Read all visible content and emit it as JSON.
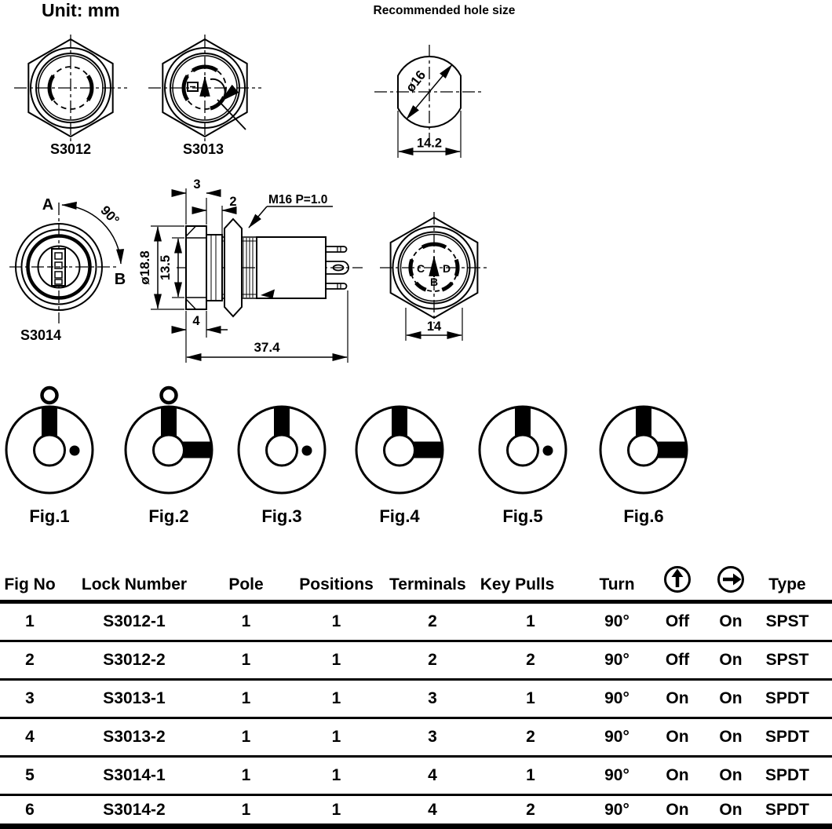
{
  "unit_label": "Unit: mm",
  "hole_view": {
    "title": "Recommended hole size",
    "diameter_label": "ø16",
    "width_label": "14.2"
  },
  "views": {
    "s3012_label": "S3012",
    "s3013_label": "S3013",
    "s3014_label": "S3014",
    "s3014": {
      "point_a": "A",
      "point_b": "B",
      "angle_label": "90°"
    },
    "side": {
      "dim_lip": "3",
      "dim_washer": "2",
      "thread_spec": "M16 P=1.0",
      "dim_head_diameter": "ø18.8",
      "dim_bezel": "13.5",
      "dim_panel": "4",
      "dim_overall_length": "37.4"
    },
    "rear": {
      "terminal_left": "C",
      "terminal_right": "D",
      "terminal_bottom": "B",
      "dim_across_flats": "14"
    }
  },
  "figures": [
    {
      "label": "Fig.1",
      "glyph": "key-slot-up-removable-top-dot-right"
    },
    {
      "label": "Fig.2",
      "glyph": "key-slot-up-and-right-removable-top"
    },
    {
      "label": "Fig.3",
      "glyph": "key-slot-up-dot-right"
    },
    {
      "label": "Fig.4",
      "glyph": "key-slot-up-and-right"
    },
    {
      "label": "Fig.5",
      "glyph": "key-slot-up-dot-right"
    },
    {
      "label": "Fig.6",
      "glyph": "key-slot-up-and-right"
    }
  ],
  "table": {
    "headers": {
      "fig_no": "Fig No",
      "lock_number": "Lock Number",
      "pole": "Pole",
      "positions": "Positions",
      "terminals": "Terminals",
      "key_pulls": "Key Pulls",
      "turn": "Turn",
      "key_upright_icon": "circle-up-arrow",
      "key_turned_icon": "circle-right-arrow",
      "type": "Type"
    },
    "rows": [
      [
        "1",
        "S3012-1",
        "1",
        "1",
        "2",
        "1",
        "90°",
        "Off",
        "On",
        "SPST"
      ],
      [
        "2",
        "S3012-2",
        "1",
        "1",
        "2",
        "2",
        "90°",
        "Off",
        "On",
        "SPST"
      ],
      [
        "3",
        "S3013-1",
        "1",
        "1",
        "3",
        "1",
        "90°",
        "On",
        "On",
        "SPDT"
      ],
      [
        "4",
        "S3013-2",
        "1",
        "1",
        "3",
        "2",
        "90°",
        "On",
        "On",
        "SPDT"
      ],
      [
        "5",
        "S3014-1",
        "1",
        "1",
        "4",
        "1",
        "90°",
        "On",
        "On",
        "SPDT"
      ],
      [
        "6",
        "S3014-2",
        "1",
        "1",
        "4",
        "2",
        "90°",
        "On",
        "On",
        "SPDT"
      ]
    ]
  },
  "colors": {
    "ink": "#000000",
    "paper": "#ffffff"
  }
}
